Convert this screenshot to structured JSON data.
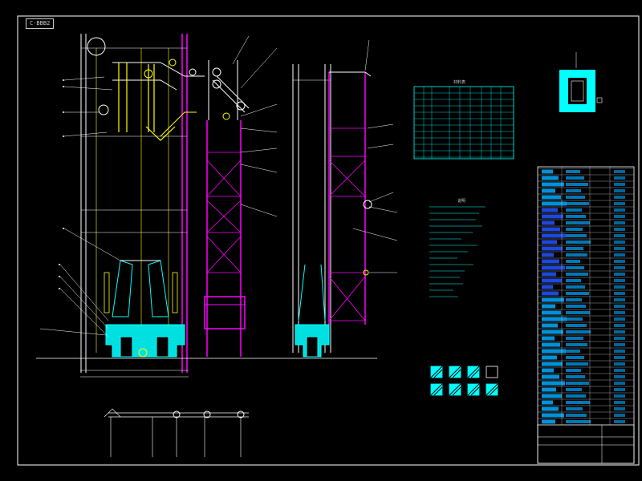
{
  "drawing": {
    "view_tab_label": "C-BBB2",
    "colors": {
      "background": "#000000",
      "frame": "#ffffff",
      "structure": "#ff00ff",
      "pipe": "#ffff00",
      "hatch": "#00ffff",
      "annotation": "#ffffff"
    },
    "legend_swatches": 8,
    "materials_table_title": "材料表",
    "notes_title": "说明"
  }
}
